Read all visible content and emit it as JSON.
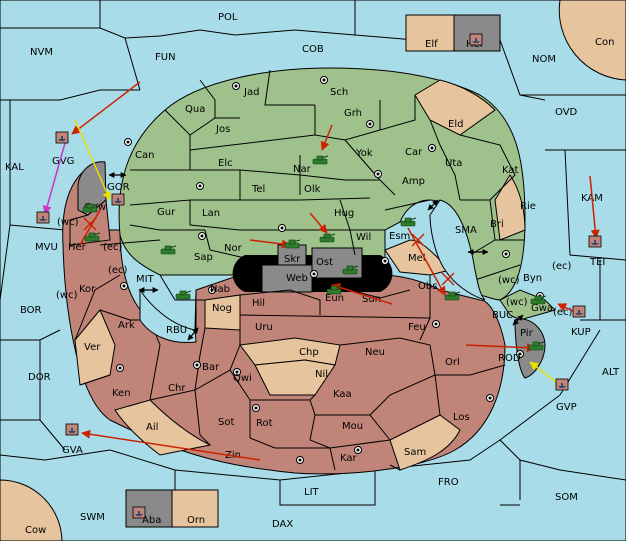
{
  "colors": {
    "sea": "#a8dce8",
    "land_green": "#9fc28c",
    "land_red": "#c08478",
    "land_tan": "#e6c49d",
    "neutral_gray": "#8a8a8a",
    "order_red": "#cc2200",
    "order_yellow": "#e8e000",
    "order_magenta": "#cc33cc",
    "unit_green": "#2d7d2d"
  },
  "provinces": {
    "pol": "POL",
    "nvm": "NVM",
    "fun": "FUN",
    "cob": "COB",
    "nom": "NOM",
    "con": "Con",
    "elf": "Elf",
    "hel": "Hel",
    "ovd": "OVD",
    "kal": "KAL",
    "kam": "KAM",
    "tei": "TEI",
    "bor": "BOR",
    "dor": "DOR",
    "alt": "ALT",
    "som": "SOM",
    "fro": "FRO",
    "lit": "LIT",
    "dax": "DAX",
    "swm": "SWM",
    "cow": "Cow",
    "aba": "Aba",
    "orn": "Orn",
    "gva": "GVA",
    "gvg": "GVG",
    "mvu": "MVU",
    "gvp": "GVP",
    "kup": "KUP",
    "mit": "MIT",
    "rbu": "RBU",
    "sma": "SMA",
    "buc": "BUC",
    "rod": "ROD",
    "jad": "Jad",
    "sch": "Sch",
    "qua": "Qua",
    "jos": "Jos",
    "grh": "Grh",
    "can": "Can",
    "elc": "Elc",
    "nar": "Nar",
    "yok": "Yok",
    "car": "Car",
    "eld": "Eld",
    "uta": "Uta",
    "kat": "Kat",
    "tel": "Tel",
    "olk": "Olk",
    "amp": "Amp",
    "gur": "Gur",
    "lan": "Lan",
    "hug": "Hug",
    "rie": "Rie",
    "bri": "Bri",
    "nor": "Nor",
    "wil": "Wil",
    "esm": "Esm",
    "sap": "Sap",
    "skr": "Skr",
    "ost": "Ost",
    "web": "Web",
    "mel": "Mel",
    "byn": "Byn",
    "gwa": "Gwa",
    "gor": "GOR",
    "gaw": "Gaw",
    "her": "Her",
    "kor": "Kor",
    "nab": "Nab",
    "hil": "Hil",
    "eun": "Eun",
    "sun": "Sun",
    "obs": "Obs",
    "nog": "Nog",
    "ark": "Ark",
    "uru": "Uru",
    "feu": "Feu",
    "pir": "Pir",
    "ver": "Ver",
    "chp": "Chp",
    "neu": "Neu",
    "orl": "Orl",
    "bar": "Bar",
    "qwi": "Qwi",
    "nil": "Nil",
    "chr": "Chr",
    "ken": "Ken",
    "kaa": "Kaa",
    "ail": "Ail",
    "sot": "Sot",
    "rot": "Rot",
    "mou": "Mou",
    "los": "Los",
    "zin": "Zin",
    "kar": "Kar",
    "sam": "Sam"
  },
  "coast_labels": {
    "wc_gaw": "(wc)",
    "ec_her": "(ec)",
    "ec_kor": "(ec)",
    "wc_kor": "(wc)",
    "wc_byn": "(wc)",
    "ec_byn": "(ec)",
    "wc_gwa": "(wc)",
    "ec_gwa": "(ec)"
  }
}
